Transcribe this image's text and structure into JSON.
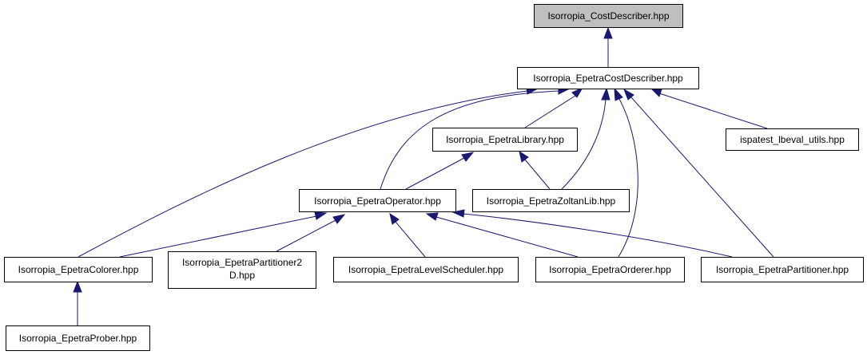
{
  "colors": {
    "edge": "#191970",
    "node_border": "#000000",
    "node_fill": "#ffffff",
    "root_fill": "#bfbfbf"
  },
  "nodes": {
    "costdescriber": "Isorropia_CostDescriber.hpp",
    "epetracostdescriber": "Isorropia_EpetraCostDescriber.hpp",
    "epetralibrary": "Isorropia_EpetraLibrary.hpp",
    "ispatest": "ispatest_lbeval_utils.hpp",
    "epetraoperator": "Isorropia_EpetraOperator.hpp",
    "epetrazoltanlib": "Isorropia_EpetraZoltanLib.hpp",
    "epetracolorer": "Isorropia_EpetraColorer.hpp",
    "epetrapartitioner2d_line1": "Isorropia_EpetraPartitioner2",
    "epetrapartitioner2d_line2": "D.hpp",
    "epetralevelscheduler": "Isorropia_EpetraLevelScheduler.hpp",
    "epetraorderer": "Isorropia_EpetraOrderer.hpp",
    "epetrapartitioner": "Isorropia_EpetraPartitioner.hpp",
    "epetraprober": "Isorropia_EpetraProber.hpp"
  }
}
